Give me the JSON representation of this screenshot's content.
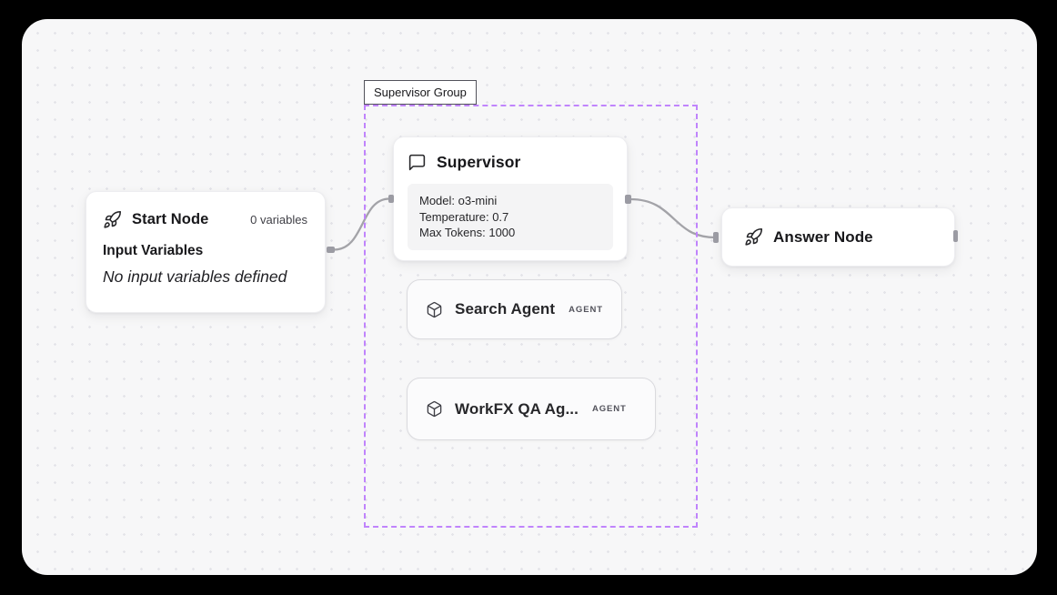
{
  "canvas": {
    "background": "#f7f7f8",
    "frame_color": "#000000",
    "dot_color": "#e4e4e9"
  },
  "group": {
    "label": "Supervisor Group",
    "border_color": "#c084fc"
  },
  "nodes": {
    "start": {
      "icon": "rocket-icon",
      "title": "Start Node",
      "variables_count": "0 variables",
      "section_title": "Input Variables",
      "empty_message": "No input variables defined"
    },
    "supervisor": {
      "icon": "chat-bubble-icon",
      "title": "Supervisor",
      "config_lines": [
        "Model: o3-mini",
        "Temperature: 0.7",
        "Max Tokens: 1000"
      ]
    },
    "search_agent": {
      "icon": "cube-icon",
      "title": "Search Agent",
      "type_badge": "AGENT"
    },
    "workfx_agent": {
      "icon": "cube-icon",
      "title": "WorkFX QA Ag...",
      "type_badge": "AGENT"
    },
    "answer": {
      "icon": "rocket-icon",
      "title": "Answer Node"
    }
  },
  "colors": {
    "edge": "#a3a3a8",
    "handle": "#9b9ba3",
    "group_border": "#c084fc",
    "config_box_bg": "#f4f4f5"
  }
}
